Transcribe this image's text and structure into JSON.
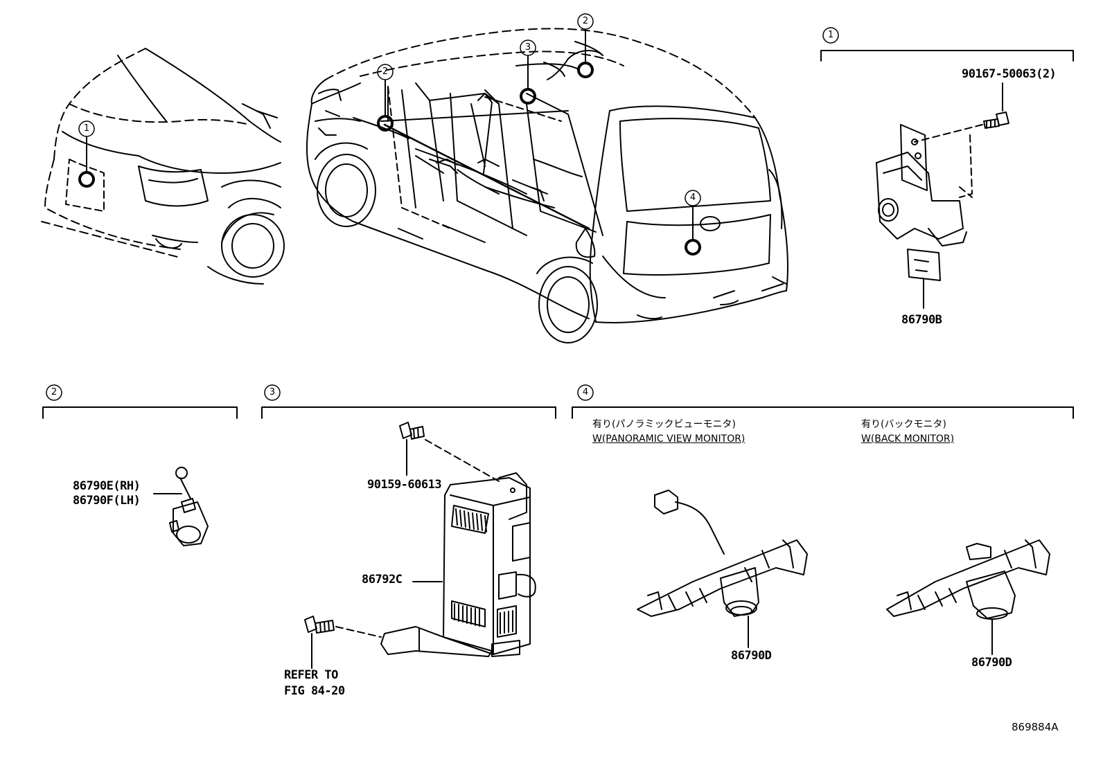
{
  "callouts": [
    "1",
    "2",
    "3",
    "4"
  ],
  "parts": {
    "bolt_top": "90167-50063(2)",
    "sensor_1": "86790B",
    "camera_rh": "86790E(RH)",
    "camera_lh": "86790F(LH)",
    "bolt_ecu": "90159-60613",
    "ecu": "86792C",
    "refer_line1": "REFER TO",
    "refer_line2": "FIG 84-20",
    "camera_panoramic": "86790D",
    "camera_back": "86790D"
  },
  "variants": {
    "panoramic_jp": "有り(パノラミックビューモニタ)",
    "panoramic_en": "W(PANORAMIC VIEW MONITOR)",
    "back_jp": "有り(バックモニタ)",
    "back_en": "W(BACK MONITOR)"
  },
  "figure_id": "869884A"
}
